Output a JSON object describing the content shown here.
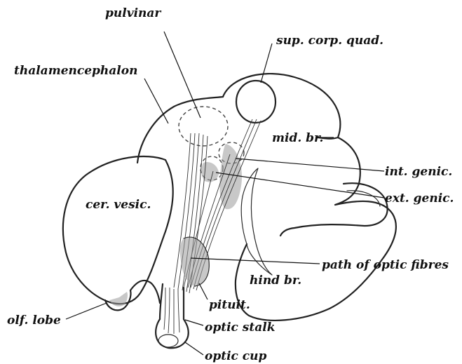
{
  "labels": {
    "pulvinar": "pulvinar",
    "sup_corp_quad": "sup. corp. quad.",
    "thalamencephalon": "thalamencephalon",
    "mid_br": "mid. br.",
    "int_genic": "int. genic.",
    "ext_genic": "ext. genic.",
    "cer_vesic": "cer. vesic.",
    "path_of_optic_fibres": "path of optic fibres",
    "hind_br": "hind br.",
    "pituit": "pituit.",
    "olf_lobe": "olf. lobe",
    "optic_stalk": "optic stalk",
    "optic_cup": "optic cup"
  }
}
